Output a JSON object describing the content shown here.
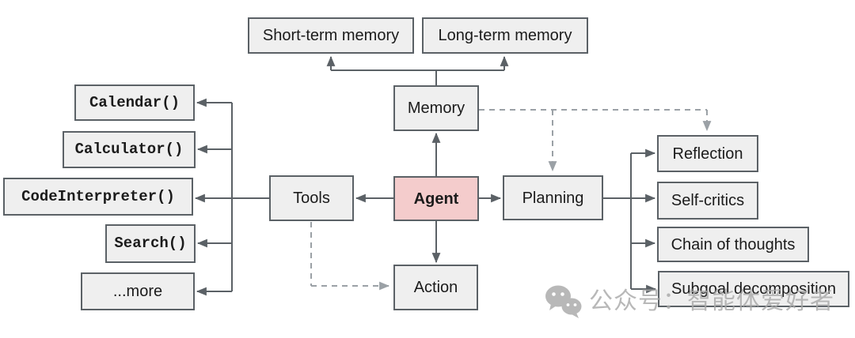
{
  "diagram": {
    "type": "flowchart",
    "subject": "LLM Agent components overview",
    "nodes": {
      "short_term_memory": {
        "label": "Short-term memory"
      },
      "long_term_memory": {
        "label": "Long-term memory"
      },
      "memory": {
        "label": "Memory"
      },
      "tools": {
        "label": "Tools"
      },
      "agent": {
        "label": "Agent",
        "highlight": true
      },
      "planning": {
        "label": "Planning"
      },
      "action": {
        "label": "Action"
      },
      "calendar": {
        "label": "Calendar()",
        "code": true
      },
      "calculator": {
        "label": "Calculator()",
        "code": true
      },
      "code_interpreter": {
        "label": "CodeInterpreter()",
        "code": true
      },
      "search": {
        "label": "Search()",
        "code": true
      },
      "more": {
        "label": "...more"
      },
      "reflection": {
        "label": "Reflection"
      },
      "self_critics": {
        "label": "Self-critics"
      },
      "chain_of_thoughts": {
        "label": "Chain of thoughts"
      },
      "subgoal_decomposition": {
        "label": "Subgoal decomposition"
      }
    },
    "edges": [
      {
        "from": "memory",
        "to": "short_term_memory",
        "style": "solid"
      },
      {
        "from": "memory",
        "to": "long_term_memory",
        "style": "solid"
      },
      {
        "from": "agent",
        "to": "memory",
        "style": "solid"
      },
      {
        "from": "agent",
        "to": "tools",
        "style": "solid"
      },
      {
        "from": "agent",
        "to": "planning",
        "style": "solid"
      },
      {
        "from": "agent",
        "to": "action",
        "style": "solid"
      },
      {
        "from": "tools",
        "to": "calendar",
        "style": "solid"
      },
      {
        "from": "tools",
        "to": "calculator",
        "style": "solid"
      },
      {
        "from": "tools",
        "to": "code_interpreter",
        "style": "solid"
      },
      {
        "from": "tools",
        "to": "search",
        "style": "solid"
      },
      {
        "from": "tools",
        "to": "more",
        "style": "solid"
      },
      {
        "from": "planning",
        "to": "reflection",
        "style": "solid"
      },
      {
        "from": "planning",
        "to": "self_critics",
        "style": "solid"
      },
      {
        "from": "planning",
        "to": "chain_of_thoughts",
        "style": "solid"
      },
      {
        "from": "planning",
        "to": "subgoal_decomposition",
        "style": "solid"
      },
      {
        "from": "memory",
        "to": "planning",
        "style": "dashed"
      },
      {
        "from": "memory",
        "to": "reflection",
        "style": "dashed"
      },
      {
        "from": "tools",
        "to": "action",
        "style": "dashed"
      }
    ],
    "colors": {
      "background": "#ffffff",
      "node_fill": "#efefef",
      "node_border": "#5b6166",
      "agent_fill": "#f4cccc",
      "solid_line": "#5b6166",
      "dashed_line": "#9ba1a6",
      "watermark": "#a9a9a9"
    },
    "watermark": {
      "icon": "wechat-icon",
      "text": "公众号：智能体爱好者"
    }
  }
}
